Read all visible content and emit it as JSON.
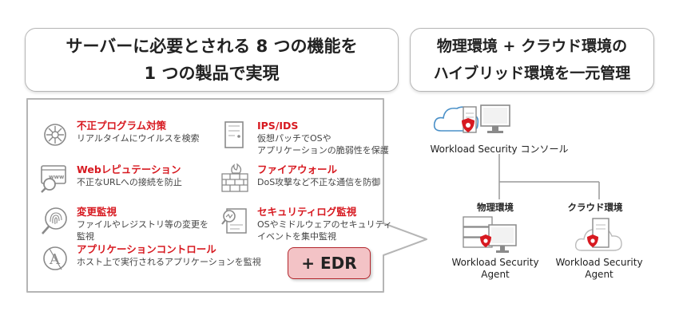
{
  "headline_left": {
    "line1": "サーバーに必要とされる 8 つの機能を",
    "line2": "1 つの製品で実現"
  },
  "headline_right": {
    "line1": "物理環境 + クラウド環境の",
    "line2": "ハイブリッド環境を一元管理"
  },
  "features": [
    {
      "title": "不正プログラム対策",
      "desc1": "リアルタイムにウイルスを検索",
      "desc2": "",
      "icon": "virus-icon"
    },
    {
      "title": "Webレピュテーション",
      "desc1": "不正なURLへの接続を防止",
      "desc2": "",
      "icon": "web-magnifier-icon"
    },
    {
      "title": "変更監視",
      "desc1": "ファイルやレジストリ等の変更を",
      "desc2": "監視",
      "icon": "fingerprint-magnifier-icon"
    },
    {
      "title": "アプリケーションコントロール",
      "desc1": "ホスト上で実行されるアプリケーションを監視",
      "desc2": "",
      "icon": "app-control-icon"
    },
    {
      "title": "IPS/IDS",
      "desc1": "仮想パッチでOSや",
      "desc2": "アプリケーションの脆弱性を保護",
      "icon": "door-icon"
    },
    {
      "title": "ファイアウォール",
      "desc1": "DoS攻撃など不正な通信を防御",
      "desc2": "",
      "icon": "firewall-icon"
    },
    {
      "title": "セキュリティログ監視",
      "desc1": "OSやミドルウェアのセキュリティ",
      "desc2": "イベントを集中監視",
      "icon": "log-monitor-icon"
    }
  ],
  "edr_label": "+ EDR",
  "console_label": "Workload Security コンソール",
  "env_physical_label": "物理環境",
  "env_cloud_label": "クラウド環境",
  "agent_physical_label": {
    "line1": "Workload Security",
    "line2": "Agent"
  },
  "agent_cloud_label": {
    "line1": "Workload Security",
    "line2": "Agent"
  },
  "colors": {
    "accent_red": "#d71920",
    "icon_gray": "#8a8a8a",
    "border_gray": "#b5b5b5",
    "cloud_blue": "#4a90c8",
    "edr_fill": "#f3c3c6"
  }
}
